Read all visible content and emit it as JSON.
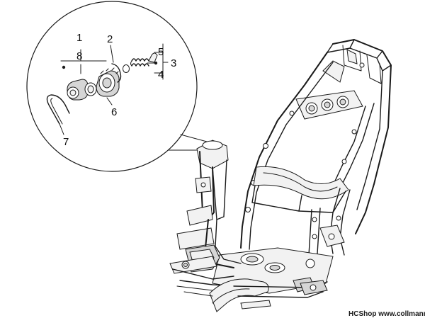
{
  "callouts": {
    "c1": "1",
    "c2": "2",
    "c3": "3",
    "c4": "4",
    "c5": "5",
    "c6": "6",
    "c7": "7",
    "c8": "8"
  },
  "watermark": "HCShop www.collmann.eu"
}
